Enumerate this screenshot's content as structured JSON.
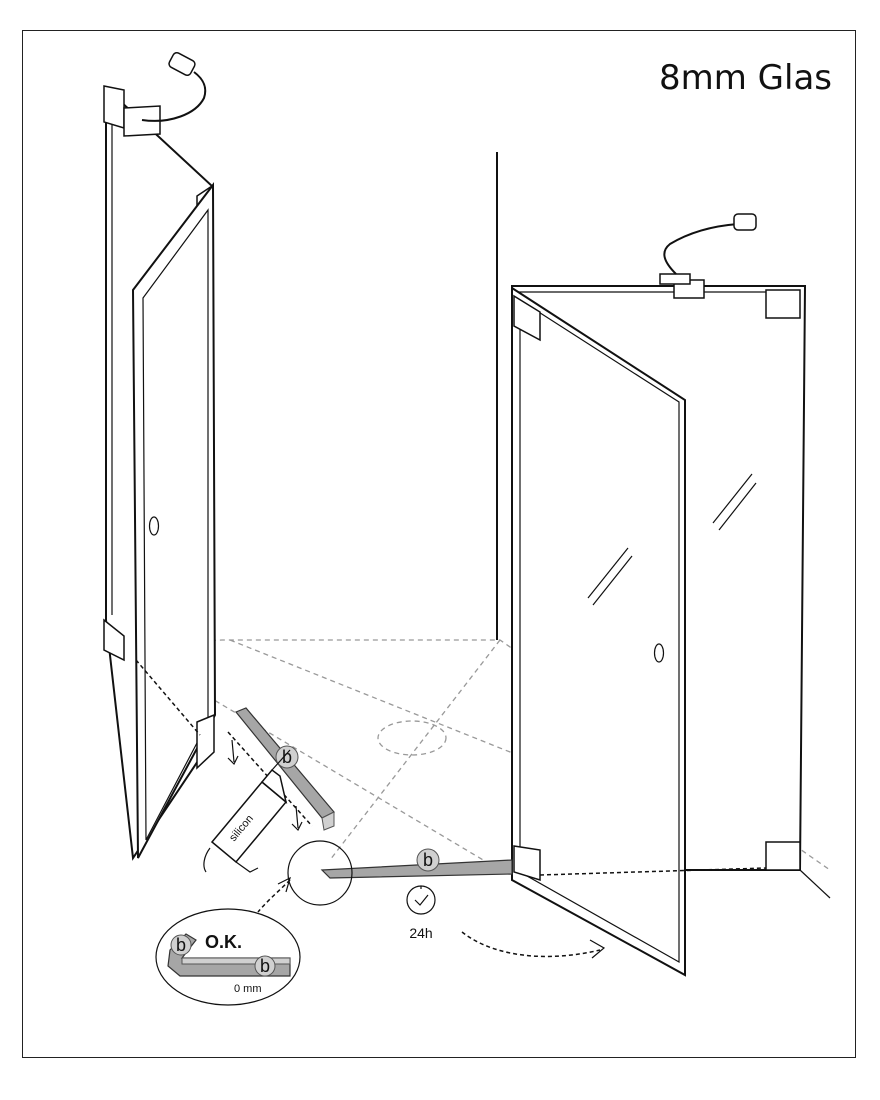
{
  "title": "8mm Glas",
  "labels": {
    "tube": "silicon",
    "marker": "b",
    "cure_time": "24h",
    "detail_ok": "O.K.",
    "detail_gap": "0 mm"
  },
  "icons": [
    "clock-icon",
    "sealant-tube-icon",
    "swing-arrow-icon"
  ]
}
